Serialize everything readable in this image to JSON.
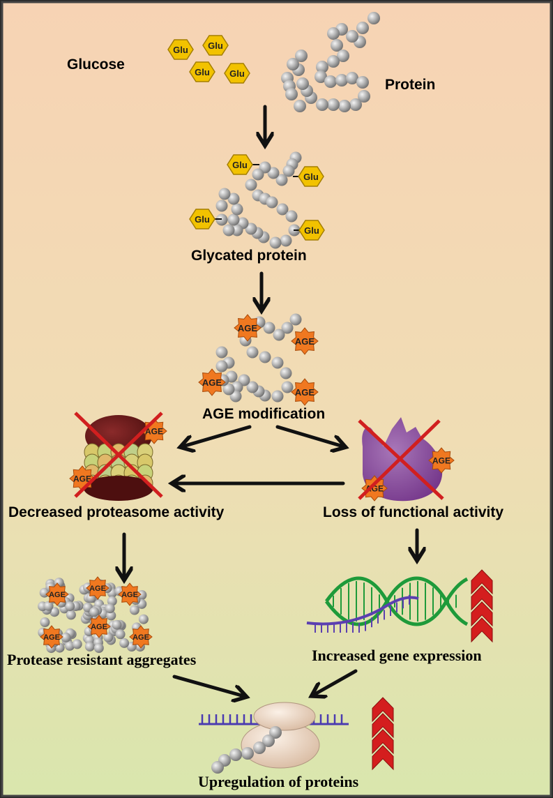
{
  "labels": {
    "glucose": "Glucose",
    "protein": "Protein",
    "glycated_protein": "Glycated protein",
    "age_modification": "AGE modification",
    "decreased_proteasome": "Decreased proteasome activity",
    "loss_function": "Loss of functional activity",
    "protease_aggregates": "Protease resistant aggregates",
    "increased_gene": "Increased gene expression",
    "upregulation": "Upregulation of proteins"
  },
  "glu_tag": "Glu",
  "age_tag": "AGE",
  "colors": {
    "bg_top": "#f6d5b7",
    "bg_bottom": "#dde6b0",
    "bead": "#a9a9a9",
    "glu": "#f2c200",
    "age": "#f07820",
    "cross": "#d11f1f",
    "enzyme": "#8e4fa0",
    "proteasome_cap": "#6b1a1a",
    "dna_green": "#1e9a3a",
    "dna_purple": "#5b3fb0",
    "chevron": "#d41e1e",
    "ribosome": "#ead7c6"
  }
}
